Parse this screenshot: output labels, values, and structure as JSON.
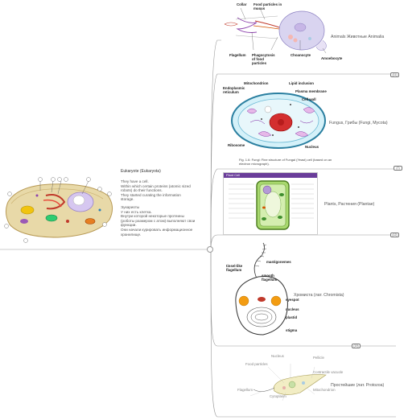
{
  "root": {
    "title": "Eukaryote (Eukaryota)",
    "en_lines": [
      "They have a cell.",
      "Within which certain proteins (atomic sized",
      "robots) do their functions.",
      "They started curating the information",
      "storage."
    ],
    "ru_lines": [
      "Эукариоты",
      "У них есть клетка.",
      "Внутри которой некоторые протеины",
      "(роботы размером с атом) выполняют свои",
      "функции.",
      "Они начали курировать информационное",
      "хранилище."
    ]
  },
  "branches": [
    {
      "label": "Animals Животные Animalia",
      "labels": [
        "Collar",
        "Food particles in mucus",
        "Flagellum",
        "Phagocytosis of food particles",
        "Choanocyte",
        "Amoebocyte"
      ]
    },
    {
      "label": "Fungus, Грибы (Fungi, Mycota)",
      "badge": "(11)",
      "labels": [
        "Mitochondrion",
        "Lipid inclusion",
        "Endoplasmic reticulum",
        "Plasma membrane",
        "Cell wall",
        "Ribosome",
        "Nucleus"
      ],
      "caption_lines": [
        "Fig. 1.6: Fungi: Fine structure of Fungal (Yeast) cell (based on an",
        "electron micrograph)."
      ]
    },
    {
      "label": "Plants, Растения (Plantae)",
      "badge": "(7)",
      "panel_title": "Plant Cell"
    },
    {
      "label": "Хромиста (лат. Chromista)",
      "badge": "(12)",
      "labels": [
        "tinsel-like flagellum",
        "mastigonemes",
        "smooth flagellum",
        "eyespot",
        "nucleus",
        "plastid",
        "stigma"
      ]
    },
    {
      "label": "Простейшие (лат. Protozoa)",
      "badge": "(19)",
      "labels": [
        "Nucleus",
        "Food particles",
        "Flagellum",
        "Cytoplasm",
        "Pellicle",
        "Contractile vacuole",
        "Mitochondrion"
      ]
    }
  ],
  "cell_badges": [
    "(1)",
    "(2)",
    "(3)",
    "(4)",
    "(5)",
    "(6)",
    "(7)",
    "(8)",
    "(9)",
    "(10)",
    "(11)",
    "(12)",
    "(13)",
    "(14)"
  ]
}
